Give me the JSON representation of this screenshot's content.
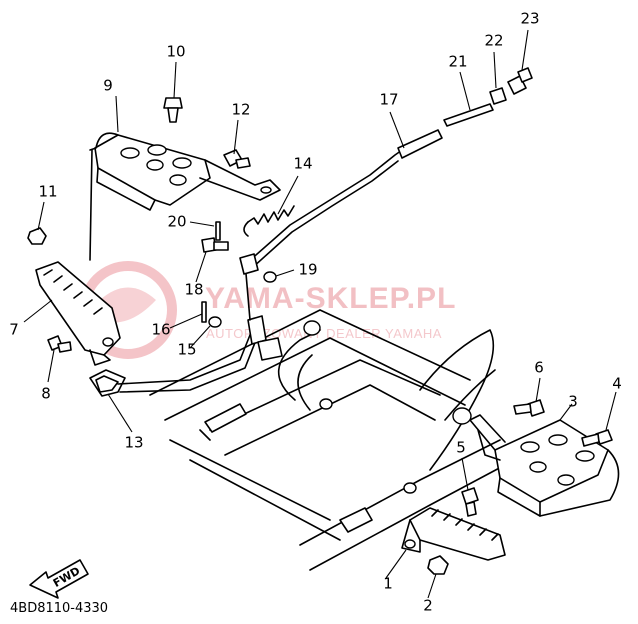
{
  "diagram": {
    "code": "4BD8110-4330",
    "fwd_label": "FWD",
    "watermark": {
      "title": "YAMA-SKLEP.PL",
      "subtitle": "AUTORYZOWANY DEALER YAMAHA",
      "color": "#f2c0c4"
    },
    "callouts": [
      {
        "label": "1"
      },
      {
        "label": "2"
      },
      {
        "label": "3"
      },
      {
        "label": "4"
      },
      {
        "label": "5"
      },
      {
        "label": "6"
      },
      {
        "label": "7"
      },
      {
        "label": "8"
      },
      {
        "label": "9"
      },
      {
        "label": "10"
      },
      {
        "label": "11"
      },
      {
        "label": "12"
      },
      {
        "label": "13"
      },
      {
        "label": "14"
      },
      {
        "label": "15"
      },
      {
        "label": "16"
      },
      {
        "label": "17"
      },
      {
        "label": "18"
      },
      {
        "label": "19"
      },
      {
        "label": "20"
      },
      {
        "label": "21"
      },
      {
        "label": "22"
      },
      {
        "label": "23"
      }
    ]
  }
}
